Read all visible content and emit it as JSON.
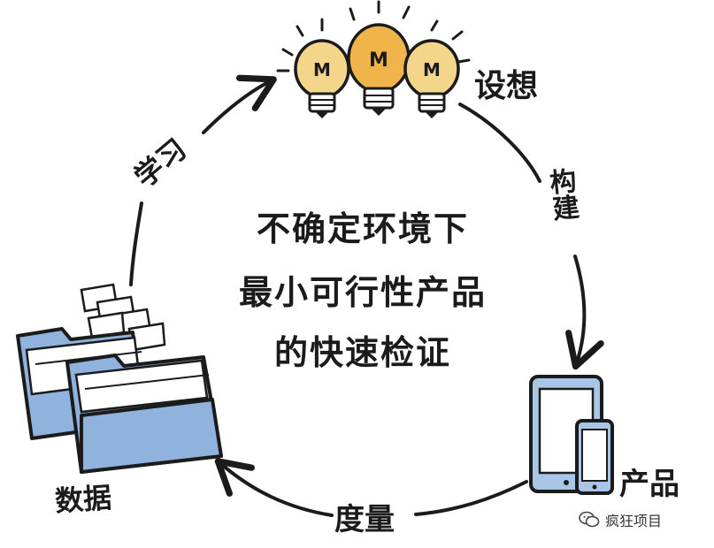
{
  "cycle": {
    "stage_idea": "设想",
    "stage_build": "构建",
    "stage_product": "产品",
    "stage_measure": "度量",
    "stage_data": "数据",
    "stage_learn": "学习"
  },
  "center": {
    "line1": "不确定环境下",
    "line2": "最小可行性产品",
    "line3": "的快速检证"
  },
  "bulb_marks": [
    "M",
    "M",
    "M"
  ],
  "watermark": {
    "text": "疯狂项目"
  },
  "colors": {
    "bulb_left": "#f3d68a",
    "bulb_center": "#f0b54a",
    "bulb_right": "#f3d68a",
    "folder_blue": "#8fb3dc",
    "phone_blue": "#a9c6e6",
    "ink": "#1b1b1b"
  }
}
